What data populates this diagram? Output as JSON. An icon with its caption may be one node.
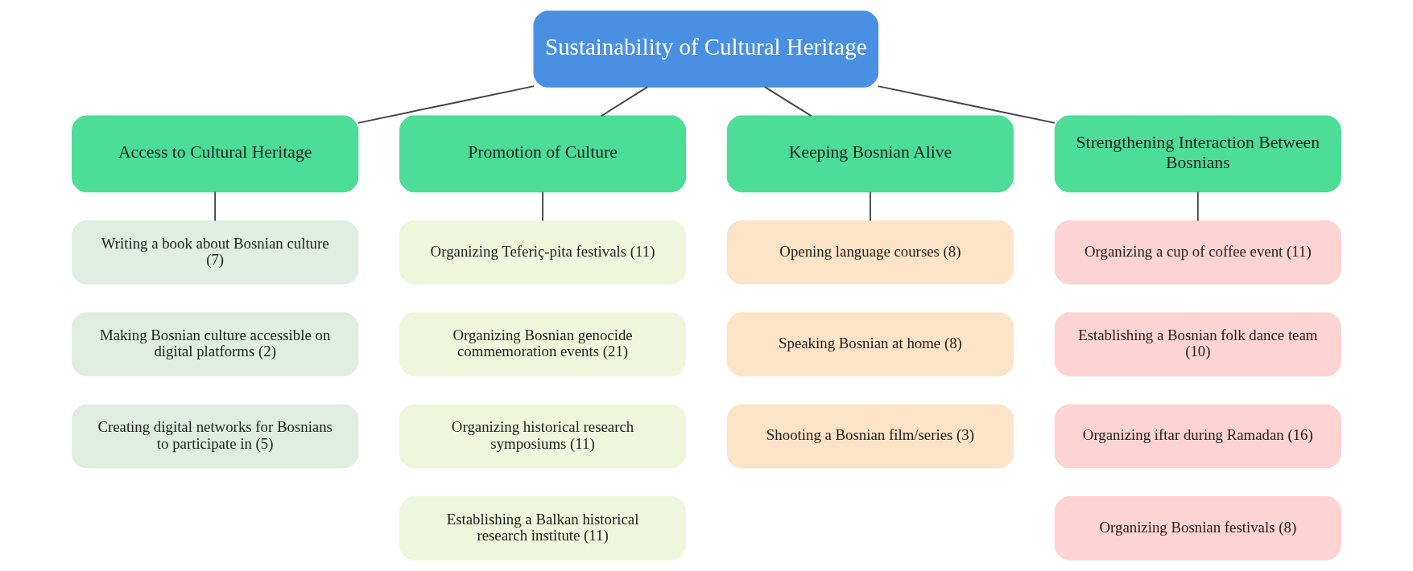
{
  "diagram": {
    "nodes": [
      {
        "text": [
          "Sustainability of Cultural Heritage"
        ]
      },
      {
        "text": [
          "Access to Cultural Heritage"
        ]
      },
      {
        "text": [
          "Promotion of Culture"
        ]
      },
      {
        "text": [
          "Keeping Bosnian Alive"
        ]
      },
      {
        "text": [
          "Strengthening Interaction Between Bosnians"
        ]
      },
      {
        "text": [
          "Writing a book about Bosnian culture (7)"
        ]
      },
      {
        "text": [
          "Making Bosnian culture accessible on digital platforms (2)"
        ]
      },
      {
        "text": [
          "Creating digital networks for Bosnians to participate in (5)"
        ]
      },
      {
        "text": [
          "Organizing Teferiç-pita festivals (11)"
        ]
      },
      {
        "text": [
          "Organizing Bosnian genocide commemoration events (21)"
        ]
      },
      {
        "text": [
          "Organizing historical research symposiums (11)"
        ]
      },
      {
        "text": [
          "Establishing a Balkan historical research institute (11)"
        ]
      },
      {
        "text": [
          "Opening language courses (8)"
        ]
      },
      {
        "text": [
          "Speaking Bosnian at home (8)"
        ]
      },
      {
        "text": [
          "Shooting a Bosnian film/series (3)"
        ]
      },
      {
        "text": [
          "Organizing a cup of coffee event (11)"
        ]
      },
      {
        "text": [
          "Establishing a Bosnian folk dance team (10)"
        ]
      },
      {
        "text": [
          "Organizing iftar during Ramadan (16)"
        ]
      },
      {
        "text": [
          "Organizing Bosnian festivals (8)"
        ]
      }
    ],
    "edges": [
      {
        "from": 0,
        "to": 1,
        "arrow": "none"
      },
      {
        "from": 0,
        "to": 2,
        "arrow": "none"
      },
      {
        "from": 0,
        "to": 3,
        "arrow": "none"
      },
      {
        "from": 0,
        "to": 4,
        "arrow": "none"
      },
      {
        "from": 1,
        "to": 5,
        "arrow": "none"
      },
      {
        "from": 2,
        "to": 8,
        "arrow": "none"
      },
      {
        "from": 3,
        "to": 12,
        "arrow": "none"
      },
      {
        "from": 4,
        "to": 15,
        "arrow": "none"
      }
    ]
  }
}
